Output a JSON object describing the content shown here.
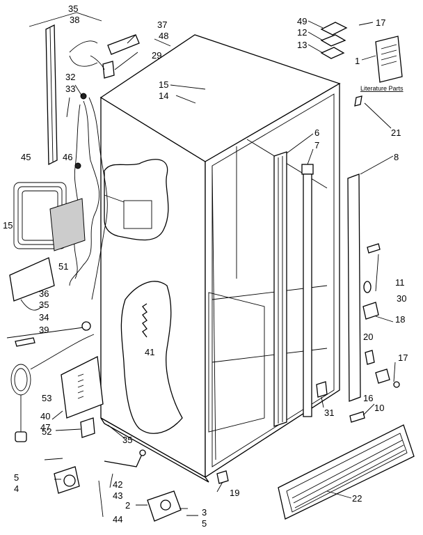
{
  "literature_label": "Literature Parts",
  "callouts": [
    {
      "id": "c35a",
      "text": "35"
    },
    {
      "id": "c38",
      "text": "38"
    },
    {
      "id": "c37",
      "text": "37"
    },
    {
      "id": "c48",
      "text": "48"
    },
    {
      "id": "c29",
      "text": "29"
    },
    {
      "id": "c32",
      "text": "32"
    },
    {
      "id": "c33",
      "text": "33"
    },
    {
      "id": "c15a",
      "text": "15"
    },
    {
      "id": "c14",
      "text": "14"
    },
    {
      "id": "c49",
      "text": "49"
    },
    {
      "id": "c12",
      "text": "12"
    },
    {
      "id": "c13",
      "text": "13"
    },
    {
      "id": "c17a",
      "text": "17"
    },
    {
      "id": "c1",
      "text": "1"
    },
    {
      "id": "c21",
      "text": "21"
    },
    {
      "id": "c6",
      "text": "6"
    },
    {
      "id": "c7",
      "text": "7"
    },
    {
      "id": "c8",
      "text": "8"
    },
    {
      "id": "c45",
      "text": "45"
    },
    {
      "id": "c46",
      "text": "46"
    },
    {
      "id": "c15b",
      "text": "15"
    },
    {
      "id": "c51",
      "text": "51"
    },
    {
      "id": "c11",
      "text": "11"
    },
    {
      "id": "c30",
      "text": "30"
    },
    {
      "id": "c18",
      "text": "18"
    },
    {
      "id": "c36",
      "text": "36"
    },
    {
      "id": "c35b",
      "text": "35"
    },
    {
      "id": "c34",
      "text": "34"
    },
    {
      "id": "c39",
      "text": "39"
    },
    {
      "id": "c41",
      "text": "41"
    },
    {
      "id": "c20",
      "text": "20"
    },
    {
      "id": "c17b",
      "text": "17"
    },
    {
      "id": "c16",
      "text": "16"
    },
    {
      "id": "c53",
      "text": "53"
    },
    {
      "id": "c40",
      "text": "40"
    },
    {
      "id": "c47",
      "text": "47"
    },
    {
      "id": "c52",
      "text": "52"
    },
    {
      "id": "c35c",
      "text": "35"
    },
    {
      "id": "c31",
      "text": "31"
    },
    {
      "id": "c10",
      "text": "10"
    },
    {
      "id": "c5a",
      "text": "5"
    },
    {
      "id": "c4",
      "text": "4"
    },
    {
      "id": "c42",
      "text": "42"
    },
    {
      "id": "c43",
      "text": "43"
    },
    {
      "id": "c19",
      "text": "19"
    },
    {
      "id": "c22",
      "text": "22"
    },
    {
      "id": "c2",
      "text": "2"
    },
    {
      "id": "c44",
      "text": "44"
    },
    {
      "id": "c3",
      "text": "3"
    },
    {
      "id": "c5b",
      "text": "5"
    }
  ]
}
